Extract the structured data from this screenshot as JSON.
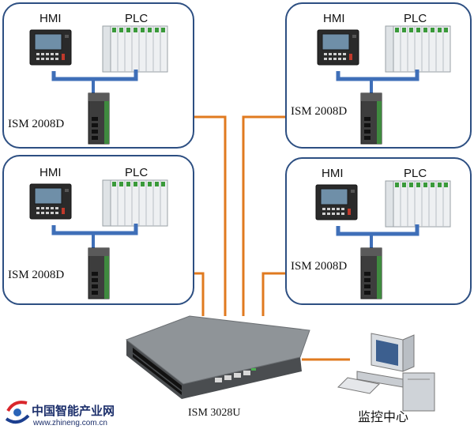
{
  "cells": [
    {
      "hmi": "HMI",
      "plc": "PLC",
      "switch": "ISM 2008D"
    },
    {
      "hmi": "HMI",
      "plc": "PLC",
      "switch": "ISM 2008D"
    },
    {
      "hmi": "HMI",
      "plc": "PLC",
      "switch": "ISM 2008D"
    },
    {
      "hmi": "HMI",
      "plc": "PLC",
      "switch": "ISM 2008D"
    }
  ],
  "core_switch": {
    "label": "ISM 3028U"
  },
  "monitor": {
    "label": "监控中心"
  },
  "logo": {
    "name": "中国智能产业网",
    "url": "www.zhineng.com.cn"
  },
  "colors": {
    "panel_border": "#2d4f82",
    "link": "#e07a1f",
    "bus": "#3f6fb8"
  }
}
